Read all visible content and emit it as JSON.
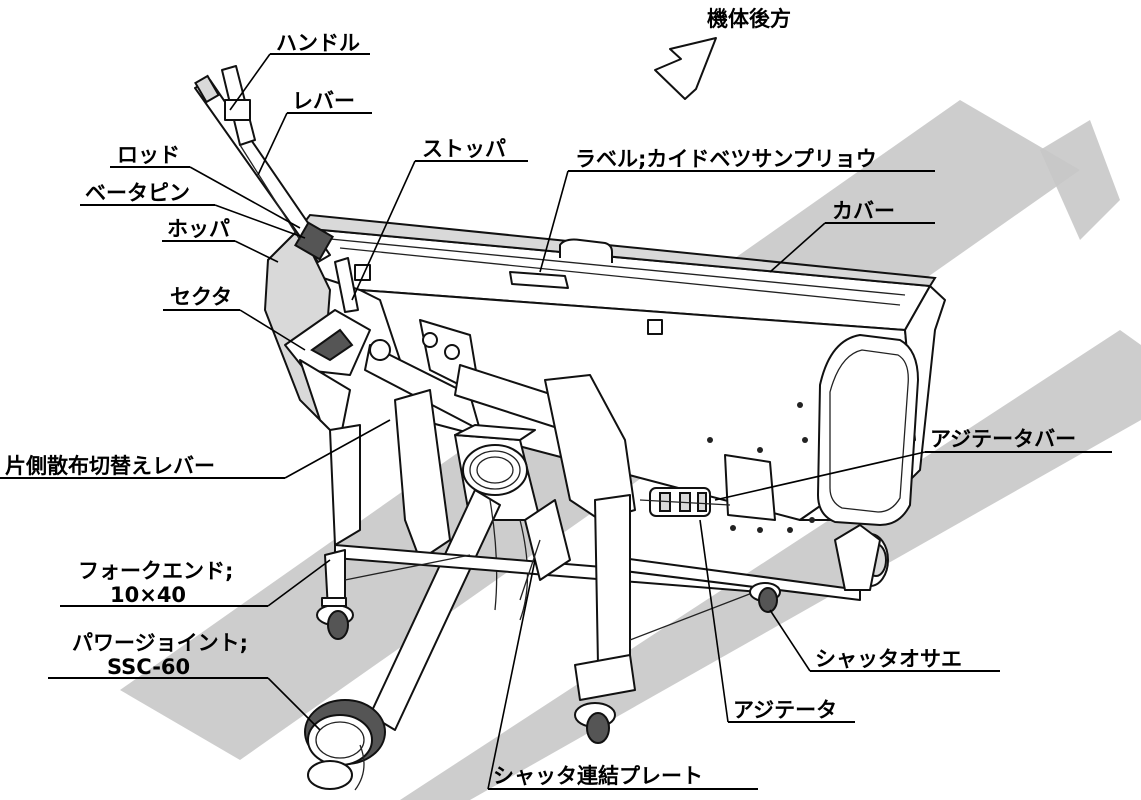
{
  "direction_label": "機体後方",
  "labels": {
    "handle": "ハンドル",
    "lever": "レバー",
    "rod": "ロッド",
    "beta_pin": "ベータピン",
    "hopper": "ホッパ",
    "sector": "セクタ",
    "stopper": "ストッパ",
    "label_plate": "ラベル;カイドベツサンプリョウ",
    "cover": "カバー",
    "side_lever": "片側散布切替えレバー",
    "agitator_bar": "アジテータバー",
    "fork_end_1": "フォークエンド;",
    "fork_end_2": "10×40",
    "power_joint_1": "パワージョイント;",
    "power_joint_2": "SSC-60",
    "shutter_holder": "シャッタオサエ",
    "agitator": "アジテータ",
    "shutter_plate": "シャッタ連結プレート"
  }
}
